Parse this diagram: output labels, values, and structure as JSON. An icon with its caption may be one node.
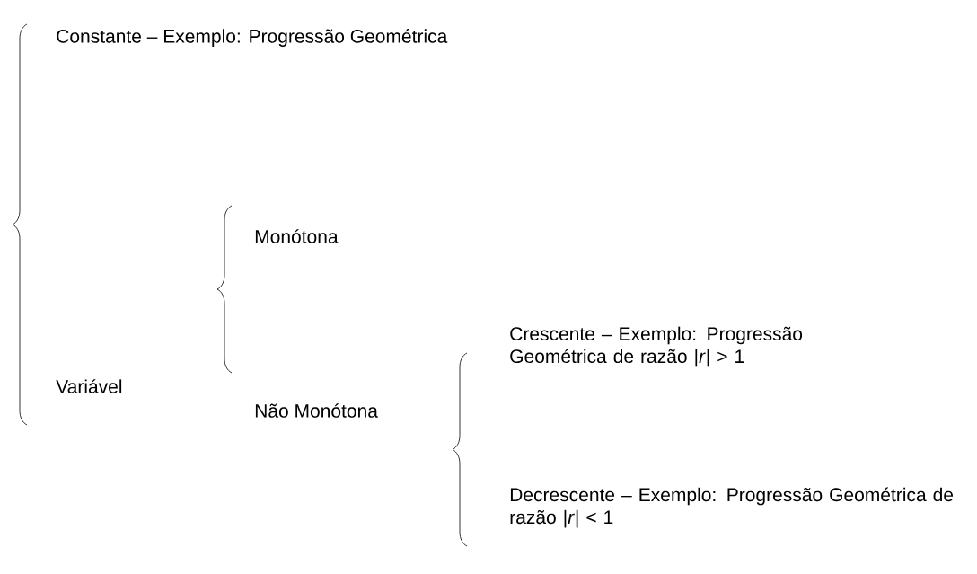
{
  "diagram": {
    "labels": [
      "Constante – Exemplo: Progressão Geométrica",
      "Monótona",
      "Crescente – Exemplo: Progressão Geométrica de razão |*r*| > 1",
      "Variável",
      "Não Monótona",
      "Decrescente – Exemplo: Progressão Geométrica de razão |*r*| < 1"
    ]
  }
}
